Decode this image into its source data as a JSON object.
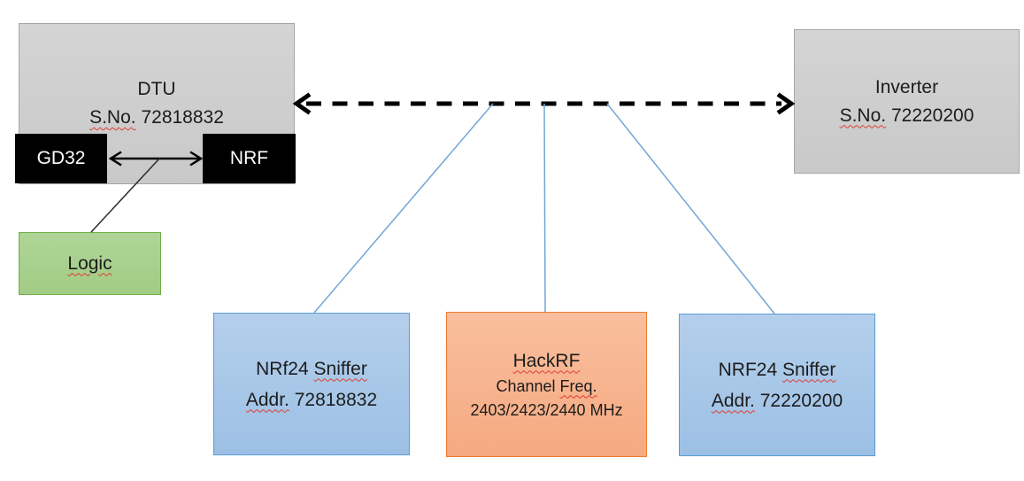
{
  "diagram": {
    "dtu": {
      "title": "DTU",
      "serial_label": "S.No.",
      "serial_number": "72818832",
      "gd32_label": "GD32",
      "nrf_label": "NRF"
    },
    "logic": {
      "label": "Logic"
    },
    "inverter": {
      "title": "Inverter",
      "serial_label": "S.No.",
      "serial_number": "72220200"
    },
    "sniffer_left": {
      "name_prefix": "NRf24",
      "name_word": "Sniffer",
      "addr_label": "Addr.",
      "addr_number": "72818832"
    },
    "hackrf": {
      "title": "HackRF",
      "channel_word": "Channel",
      "freq_word": "Freq.",
      "frequencies": "2403/2423/2440 MHz"
    },
    "sniffer_right": {
      "name_prefix": "NRF24",
      "name_word": "Sniffer",
      "addr_label": "Addr.",
      "addr_number": "72220200"
    }
  },
  "colors": {
    "gray_fill": "#cecece",
    "gray_border": "#a6a6a6",
    "chip_fill": "#000000",
    "green_fill": "#a9d18e",
    "green_border": "#70ad47",
    "blue_fill": "#a8c7e7",
    "blue_border": "#5b9bd5",
    "orange_fill": "#f7b48e",
    "orange_border": "#ed7d31",
    "dashed_arrow": "#000000",
    "connector_blue": "#73a5d6",
    "spellcheck_red": "#e03c31"
  }
}
